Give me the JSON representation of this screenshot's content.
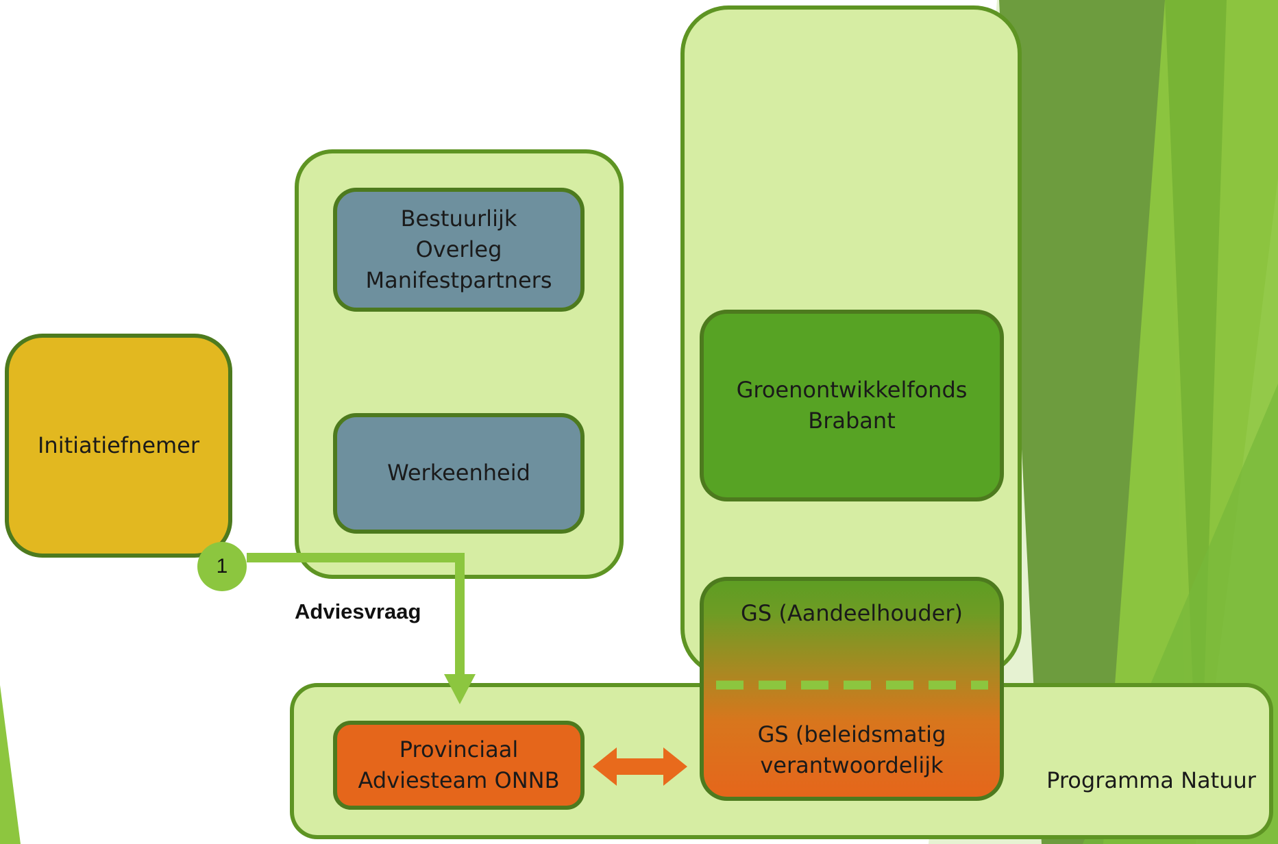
{
  "diagram": {
    "nodes": {
      "initiatiefnemer": "Initiatiefnemer",
      "bestuurlijk_overleg": "Bestuurlijk\nOverleg\nManifestpartners",
      "werkeenheid": "Werkeenheid",
      "groenontwikkelfonds": "Groenontwikkelfonds\nBrabant",
      "gs_aandeelhouder": "GS (Aandeelhouder)",
      "gs_beleidsmatig": "GS (beleidsmatig\nverantwoordelijk",
      "provinciaal_adviesteam": "Provinciaal\nAdviesteam ONNB",
      "programma_natuur": "Programma Natuur"
    },
    "edges": {
      "adviesvraag_label": "Adviesvraag",
      "step_number": "1"
    },
    "colors": {
      "container_fill": "#d6eda3",
      "container_border": "#5e9423",
      "yellow_box": "#e2b820",
      "blue_box": "#6e909e",
      "green_box": "#57a324",
      "orange_box": "#e5661b",
      "arrow_green": "#8cc63f",
      "arrow_orange": "#e86a1c"
    }
  }
}
